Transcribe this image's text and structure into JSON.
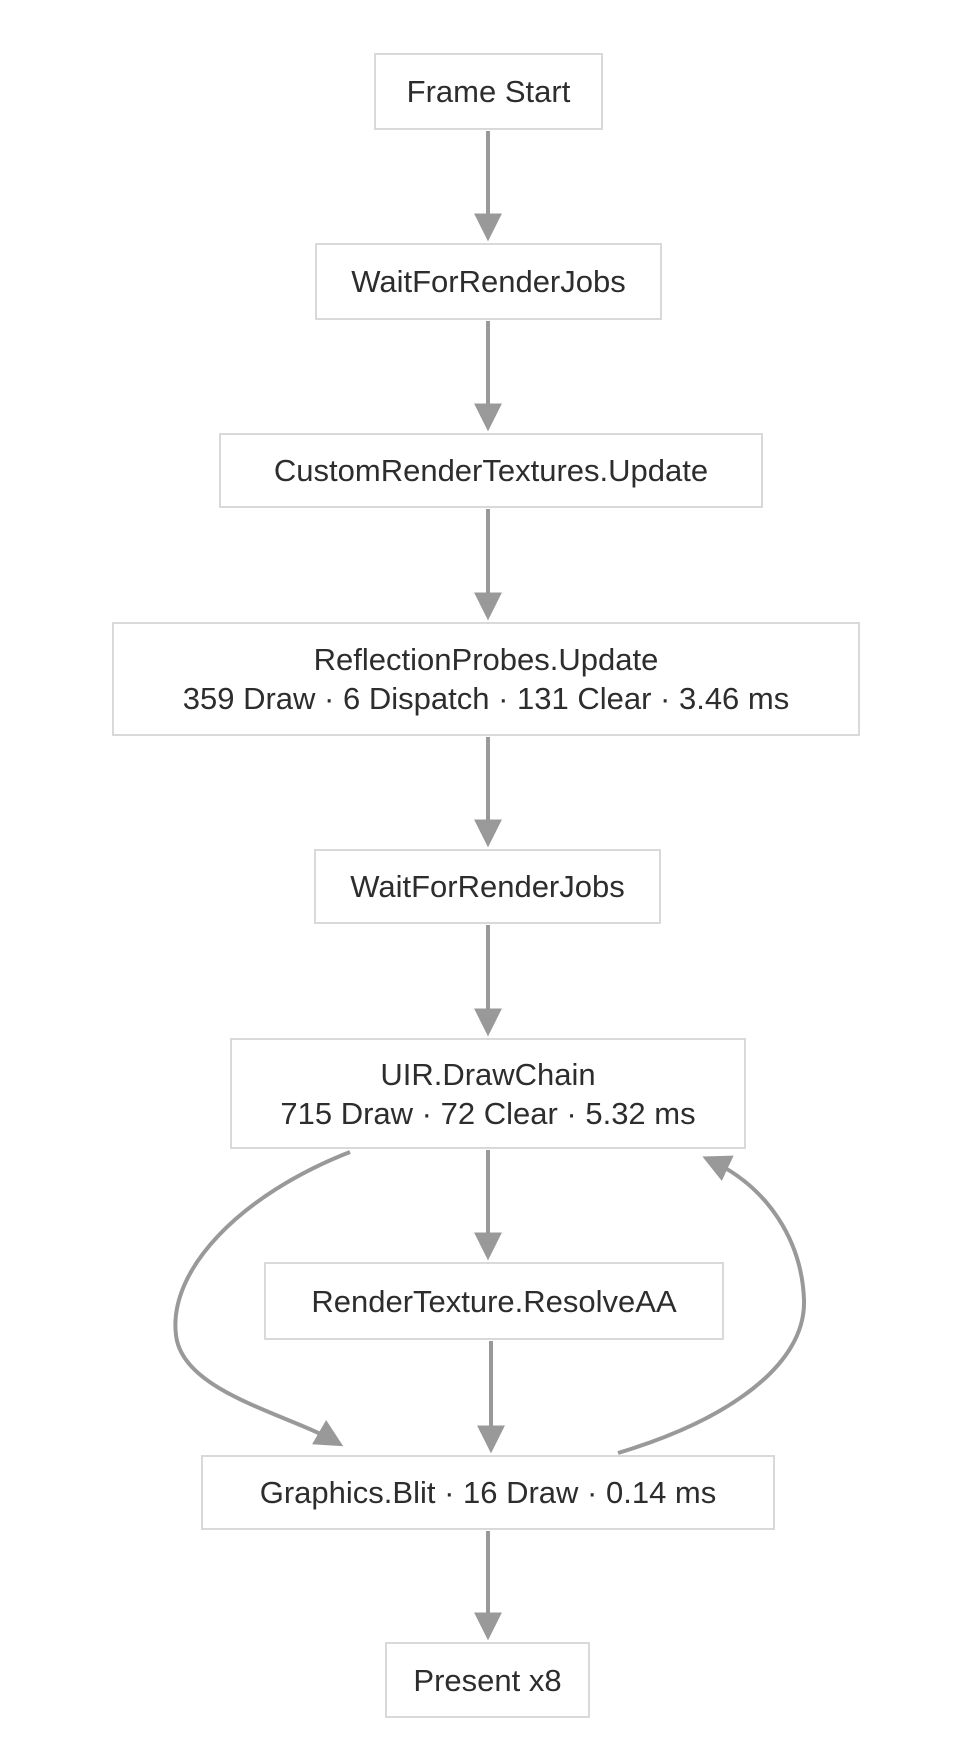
{
  "colors": {
    "background": "#ffffff",
    "node_fill": "#ffffff",
    "node_border": "#d9d9d9",
    "node_text": "#2d2d2d",
    "arrow": "#999999"
  },
  "nodes": [
    {
      "id": "frame-start",
      "title": "Frame Start"
    },
    {
      "id": "wait-for-render-jobs-1",
      "title": "WaitForRenderJobs"
    },
    {
      "id": "custom-render-textures-update",
      "title": "CustomRenderTextures.Update"
    },
    {
      "id": "reflection-probes-update",
      "title": "ReflectionProbes.Update",
      "subtitle": "359 Draw · 6 Dispatch · 131 Clear · 3.46 ms"
    },
    {
      "id": "wait-for-render-jobs-2",
      "title": "WaitForRenderJobs"
    },
    {
      "id": "uir-draw-chain",
      "title": "UIR.DrawChain",
      "subtitle": "715 Draw · 72 Clear · 5.32 ms"
    },
    {
      "id": "render-texture-resolve-aa",
      "title": "RenderTexture.ResolveAA"
    },
    {
      "id": "graphics-blit",
      "title": "Graphics.Blit · 16 Draw · 0.14 ms"
    },
    {
      "id": "present",
      "title": "Present x8"
    }
  ],
  "edges": [
    {
      "from": "frame-start",
      "to": "wait-for-render-jobs-1",
      "style": "straight"
    },
    {
      "from": "wait-for-render-jobs-1",
      "to": "custom-render-textures-update",
      "style": "straight"
    },
    {
      "from": "custom-render-textures-update",
      "to": "reflection-probes-update",
      "style": "straight"
    },
    {
      "from": "reflection-probes-update",
      "to": "wait-for-render-jobs-2",
      "style": "straight"
    },
    {
      "from": "wait-for-render-jobs-2",
      "to": "uir-draw-chain",
      "style": "straight"
    },
    {
      "from": "uir-draw-chain",
      "to": "render-texture-resolve-aa",
      "style": "straight"
    },
    {
      "from": "render-texture-resolve-aa",
      "to": "graphics-blit",
      "style": "straight"
    },
    {
      "from": "uir-draw-chain",
      "to": "graphics-blit",
      "style": "curved-left"
    },
    {
      "from": "graphics-blit",
      "to": "uir-draw-chain",
      "style": "curved-right-loop-back"
    },
    {
      "from": "graphics-blit",
      "to": "present",
      "style": "straight"
    }
  ]
}
